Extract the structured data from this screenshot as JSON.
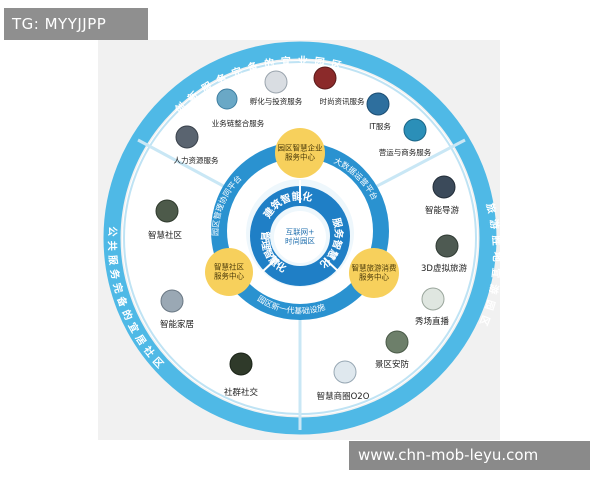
{
  "watermarks": {
    "top": "TG: MYYJJPP",
    "bottom": "www.chn-mob-leyu.com"
  },
  "outer_ring": {
    "top": "创新服务完备的宜业园区",
    "right": "旅游胜地宜游园区",
    "left": "公共服务完备的宜居社区"
  },
  "inner_ring": {
    "top_left": "园区管理协同平台",
    "top_right": "大数据运营平台",
    "bottom": "园区新一代基础设施"
  },
  "core": {
    "center": "互联网+ 时尚园区",
    "top": "建筑智能化",
    "right": "服务智慧化",
    "left": "管理智慧化"
  },
  "service_centers": {
    "enterprise": "园区智慧企业 服务中心",
    "community": "智慧社区 服务中心",
    "tourism": "智慧旅游消费 服务中心"
  },
  "services": {
    "incubation": "孵化与投资服务",
    "fashion_info": "时尚资讯服务",
    "chain": "业务链整合服务",
    "it": "IT服务",
    "hr": "人力资源服务",
    "ops": "营运与商务服务",
    "community": "智慧社区",
    "guide": "智能导游",
    "vr": "3D虚拟旅游",
    "home": "智能家居",
    "live": "秀场直播",
    "security": "景区安防",
    "social": "社群社交",
    "o2o": "智慧商圈O2O"
  },
  "colors": {
    "outer_ring": "#4fb9e6",
    "inner_ring": "#2a92d0",
    "core": "#1f7fc6",
    "center_bubble": "#f7d05c",
    "panel": "#f1f1f1",
    "watermark": "#8f8f8f"
  }
}
